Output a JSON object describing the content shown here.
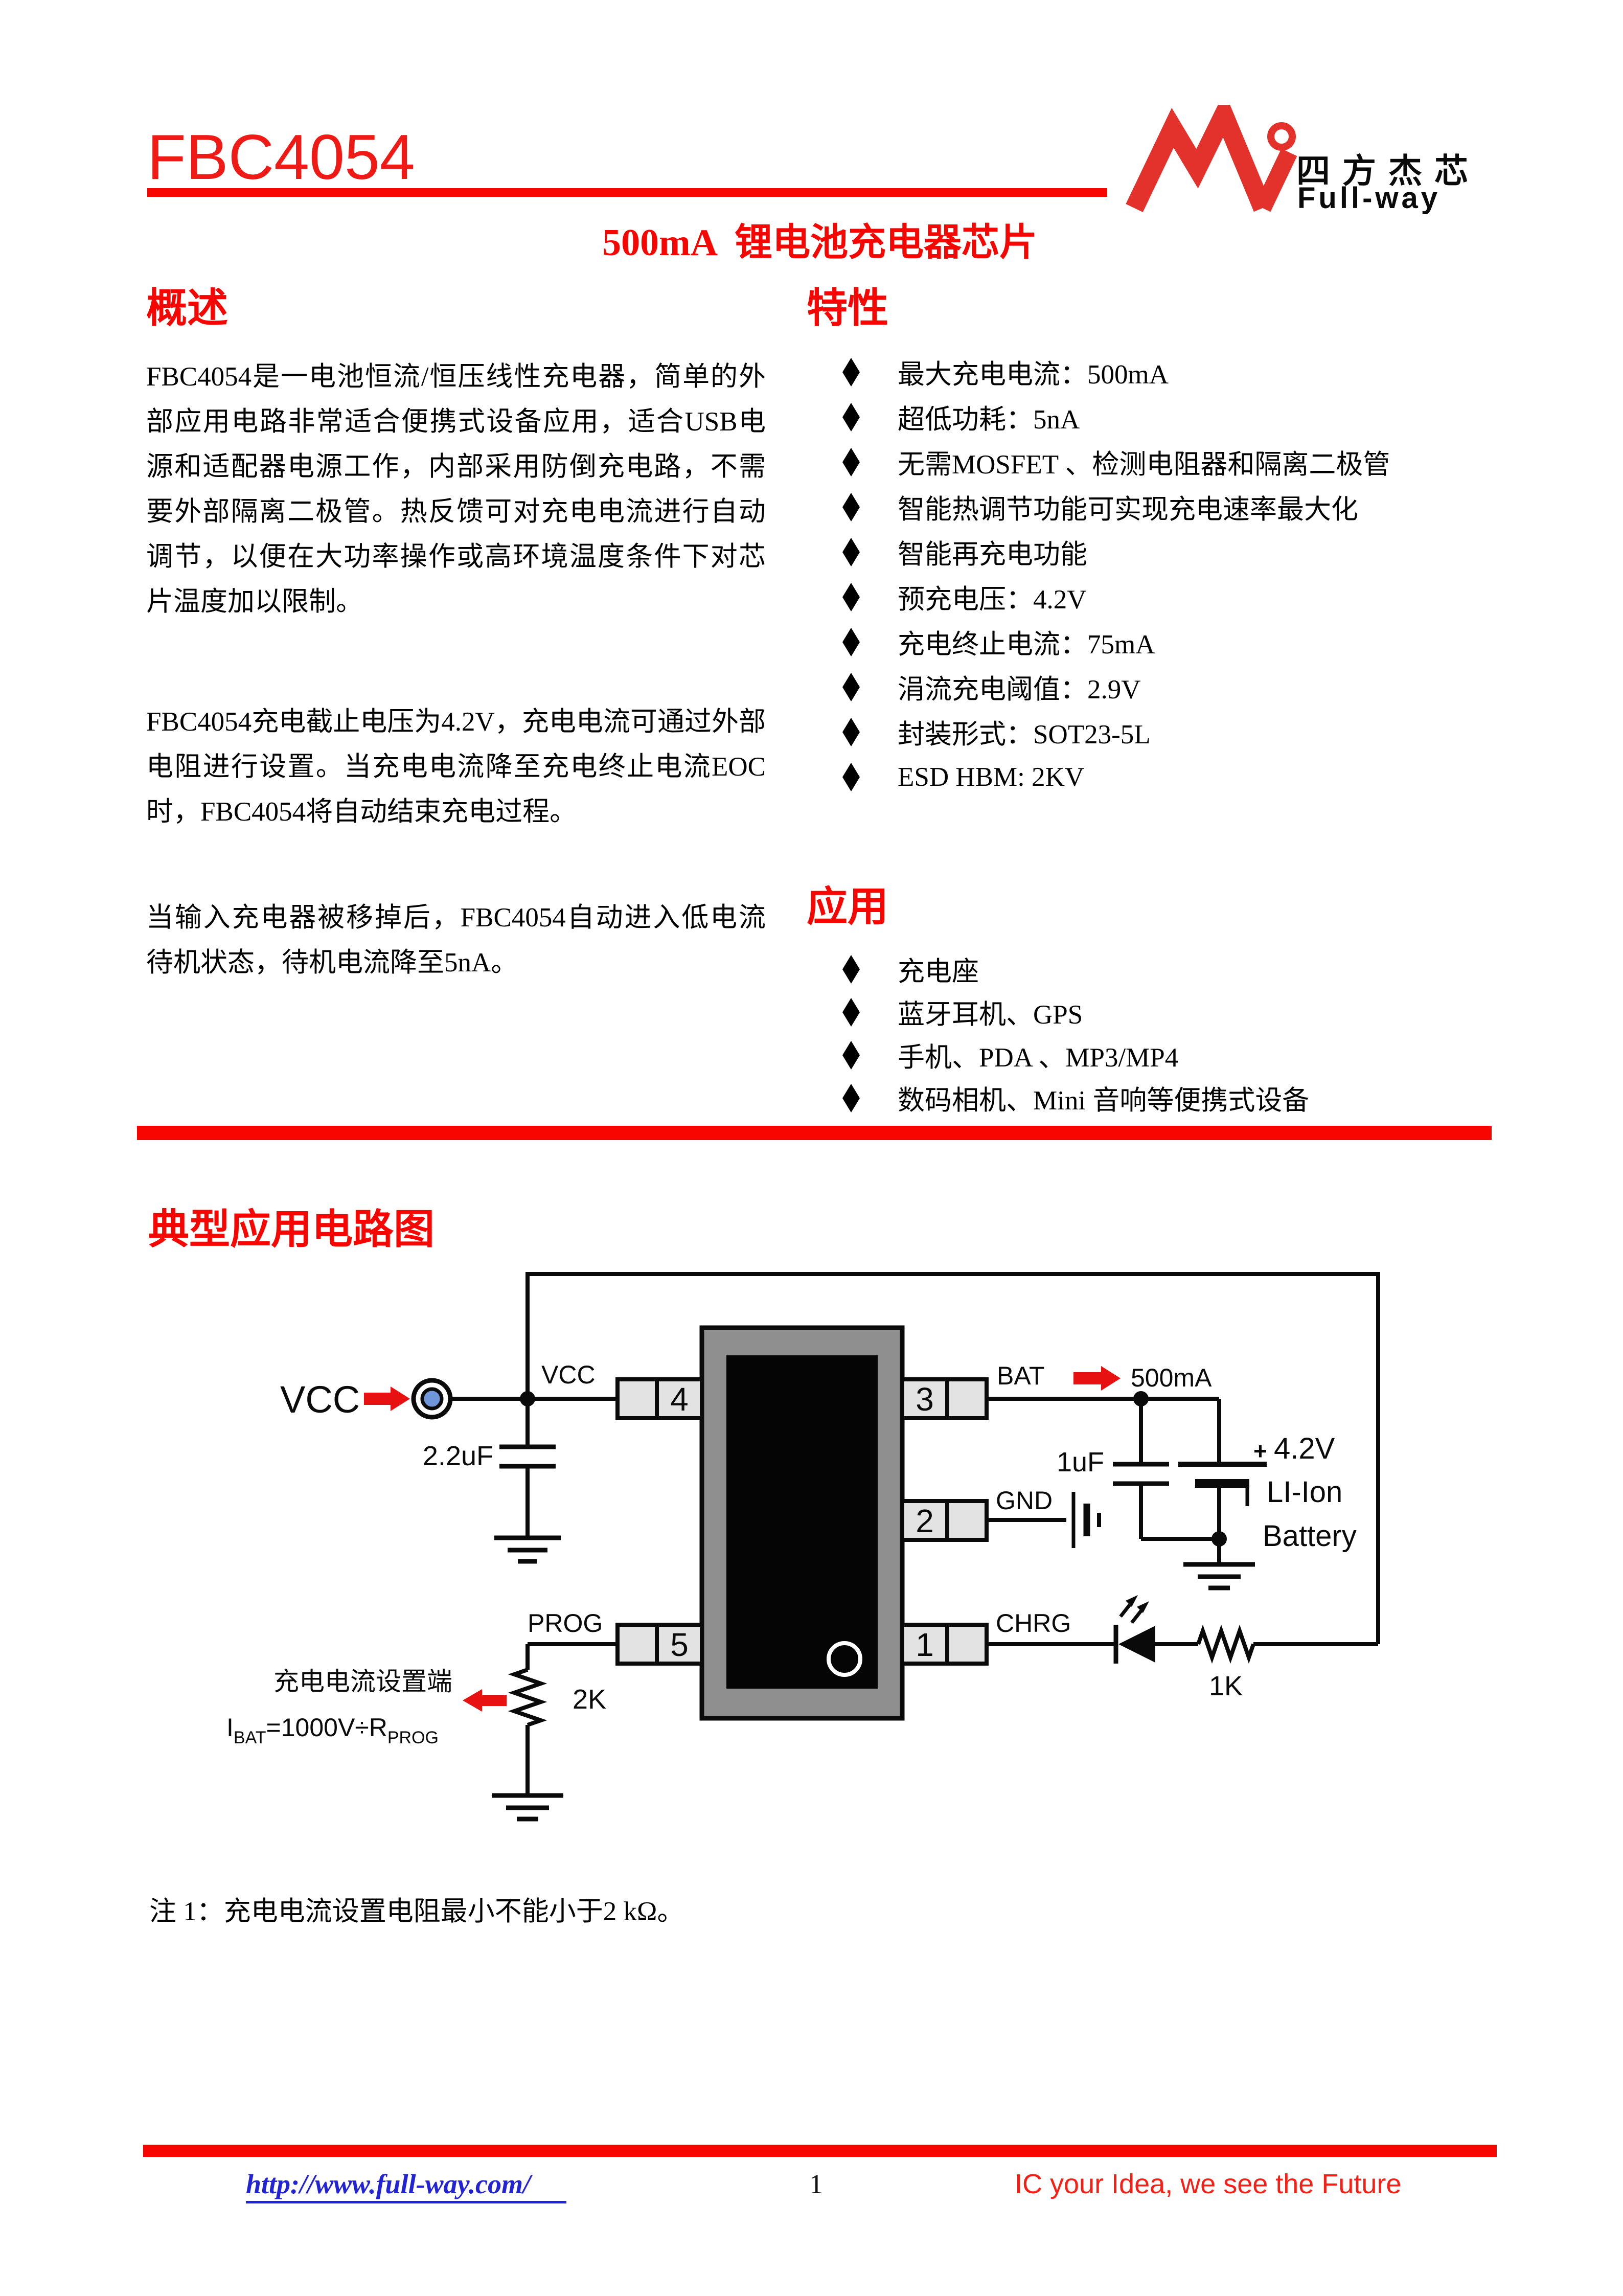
{
  "header": {
    "part_number": "FBC4054",
    "logo_company_cn": "四方杰芯",
    "logo_company_en": "Full-way",
    "doc_title": "500mA  锂电池充电器芯片"
  },
  "overview": {
    "heading": "概述",
    "paragraphs": [
      "FBC4054是一电池恒流/恒压线性充电器，简单的外部应用电路非常适合便携式设备应用，适合USB电源和适配器电源工作，内部采用防倒充电路，不需要外部隔离二极管。热反馈可对充电电流进行自动调节，以便在大功率操作或高环境温度条件下对芯片温度加以限制。",
      "FBC4054充电截止电压为4.2V，充电电流可通过外部电阻进行设置。当充电电流降至充电终止电流EOC时，FBC4054将自动结束充电过程。",
      "当输入充电器被移掉后，FBC4054自动进入低电流待机状态，待机电流降至5nA。"
    ]
  },
  "features": {
    "heading": "特性",
    "items": [
      "最大充电电流：500mA",
      "超低功耗：5nA",
      "无需MOSFET 、检测电阻器和隔离二极管",
      "智能热调节功能可实现充电速率最大化",
      "智能再充电功能",
      "预充电压：4.2V",
      "充电终止电流：75mA",
      "涓流充电阈值：2.9V",
      "封装形式：SOT23-5L",
      "ESD HBM: 2KV"
    ]
  },
  "applications": {
    "heading": "应用",
    "items": [
      "充电座",
      "蓝牙耳机、GPS",
      "手机、PDA 、MP3/MP4",
      "数码相机、Mini 音响等便携式设备"
    ]
  },
  "typical_circuit": {
    "heading": "典型应用电路图",
    "note": "注 1：充电电流设置电阻最小不能小于2 kΩ。",
    "labels": {
      "vcc_source": "VCC",
      "vcc_pin": "VCC",
      "bat_pin": "BAT",
      "gnd_pin": "GND",
      "chrg_pin": "CHRG",
      "prog_pin": "PROG",
      "pin1": "1",
      "pin2": "2",
      "pin3": "3",
      "pin4": "4",
      "pin5": "5",
      "input_cap": "2.2uF",
      "output_cap": "1uF",
      "charge_current": "500mA",
      "battery_voltage": "4.2V",
      "battery_type": "LI-Ion",
      "battery_label": "Battery",
      "battery_plus": "+",
      "led_resistor": "1K",
      "prog_resistor": "2K",
      "prog_pin_desc": "充电电流设置端",
      "formula_i": "I",
      "formula_i_sub": "BAT",
      "formula_mid": "=1000V÷R",
      "formula_r_sub": "PROG"
    }
  },
  "footer": {
    "url": "http://www.full-way.com/",
    "page_number": "1",
    "slogan": "IC your Idea, we see the Future"
  },
  "colors": {
    "accent_red": "#f70501",
    "part_number_red": "#ef1a15",
    "logo_red": "#e2322b",
    "link_blue": "#2323d6",
    "slogan_red": "#f61f16",
    "ic_body_gray": "#8f8f8f",
    "pin_gray": "#e3e3e3",
    "connector_blue": "#6e96d8",
    "arrow_red": "#e81111"
  }
}
